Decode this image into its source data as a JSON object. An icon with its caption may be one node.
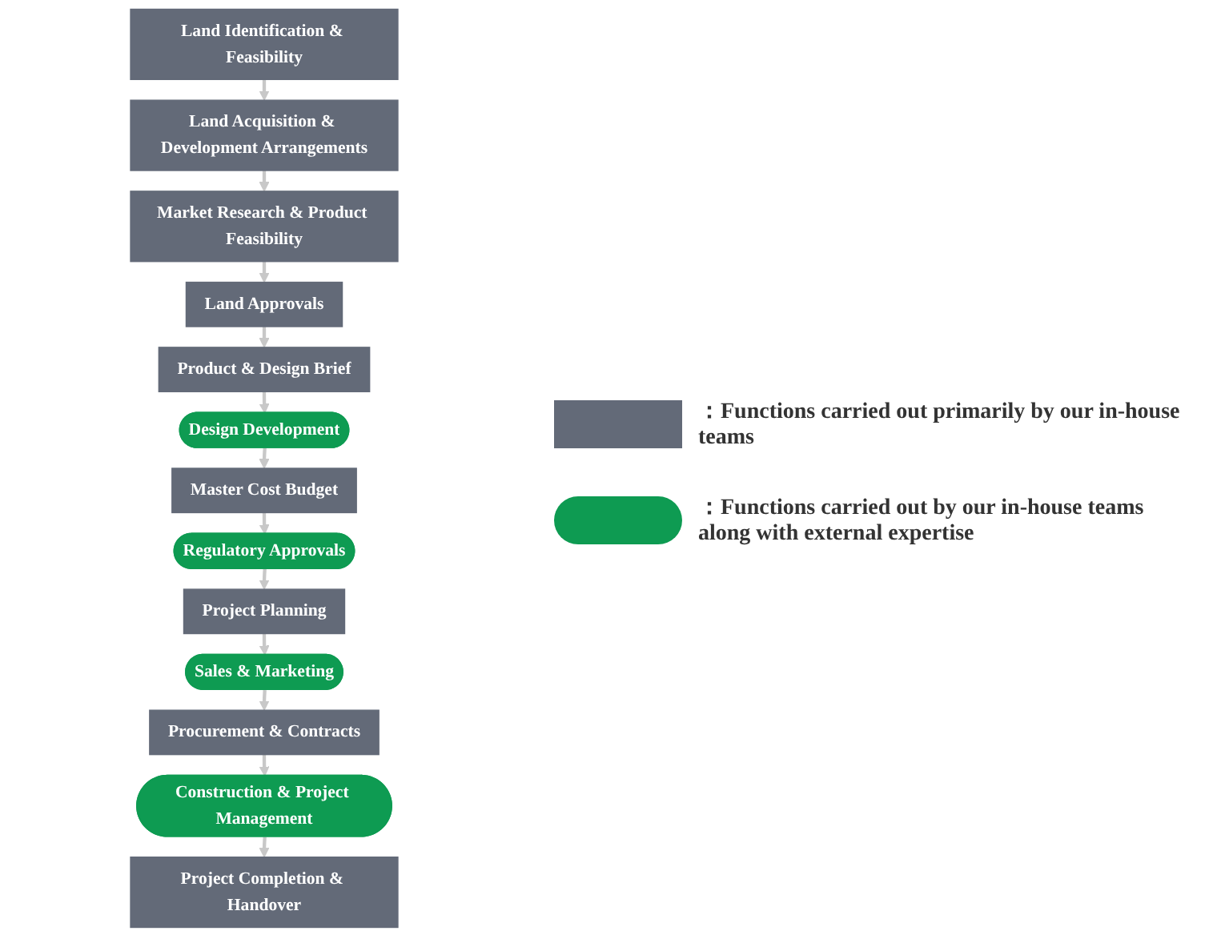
{
  "diagram": {
    "nodes": [
      {
        "text": [
          "Land Identification & Feasibility"
        ]
      },
      {
        "text": [
          "Land Acquisition & Development Arrangements"
        ]
      },
      {
        "text": [
          "Market Research & Product Feasibility"
        ]
      },
      {
        "text": [
          "Land Approvals"
        ]
      },
      {
        "text": [
          "Product & Design Brief"
        ]
      },
      {
        "text": [
          "Design Development"
        ]
      },
      {
        "text": [
          "Master Cost Budget"
        ]
      },
      {
        "text": [
          "Regulatory Approvals"
        ]
      },
      {
        "text": [
          "Project Planning"
        ]
      },
      {
        "text": [
          "Sales & Marketing"
        ]
      },
      {
        "text": [
          "Procurement & Contracts"
        ]
      },
      {
        "text": [
          "Construction & Project Management"
        ]
      },
      {
        "text": [
          "Project Completion & Handover"
        ]
      }
    ],
    "edges": [
      {
        "from": 0,
        "to": 1,
        "arrow": "to"
      },
      {
        "from": 1,
        "to": 2,
        "arrow": "to"
      },
      {
        "from": 2,
        "to": 3,
        "arrow": "to"
      },
      {
        "from": 3,
        "to": 4,
        "arrow": "to"
      },
      {
        "from": 4,
        "to": 5,
        "arrow": "to"
      },
      {
        "from": 5,
        "to": 6,
        "arrow": "to"
      },
      {
        "from": 6,
        "to": 7,
        "arrow": "to"
      },
      {
        "from": 7,
        "to": 8,
        "arrow": "to"
      },
      {
        "from": 8,
        "to": 9,
        "arrow": "to"
      },
      {
        "from": 9,
        "to": 10,
        "arrow": "to"
      },
      {
        "from": 10,
        "to": 11,
        "arrow": "to"
      },
      {
        "from": 11,
        "to": 12,
        "arrow": "to"
      }
    ],
    "legend": [
      {
        "text": "：Functions carried out primarily by our in-house teams",
        "color": "#636a78"
      },
      {
        "text": "：Functions carried out by our in-house teams along with external expertise",
        "color": "#0e9b52"
      }
    ]
  }
}
